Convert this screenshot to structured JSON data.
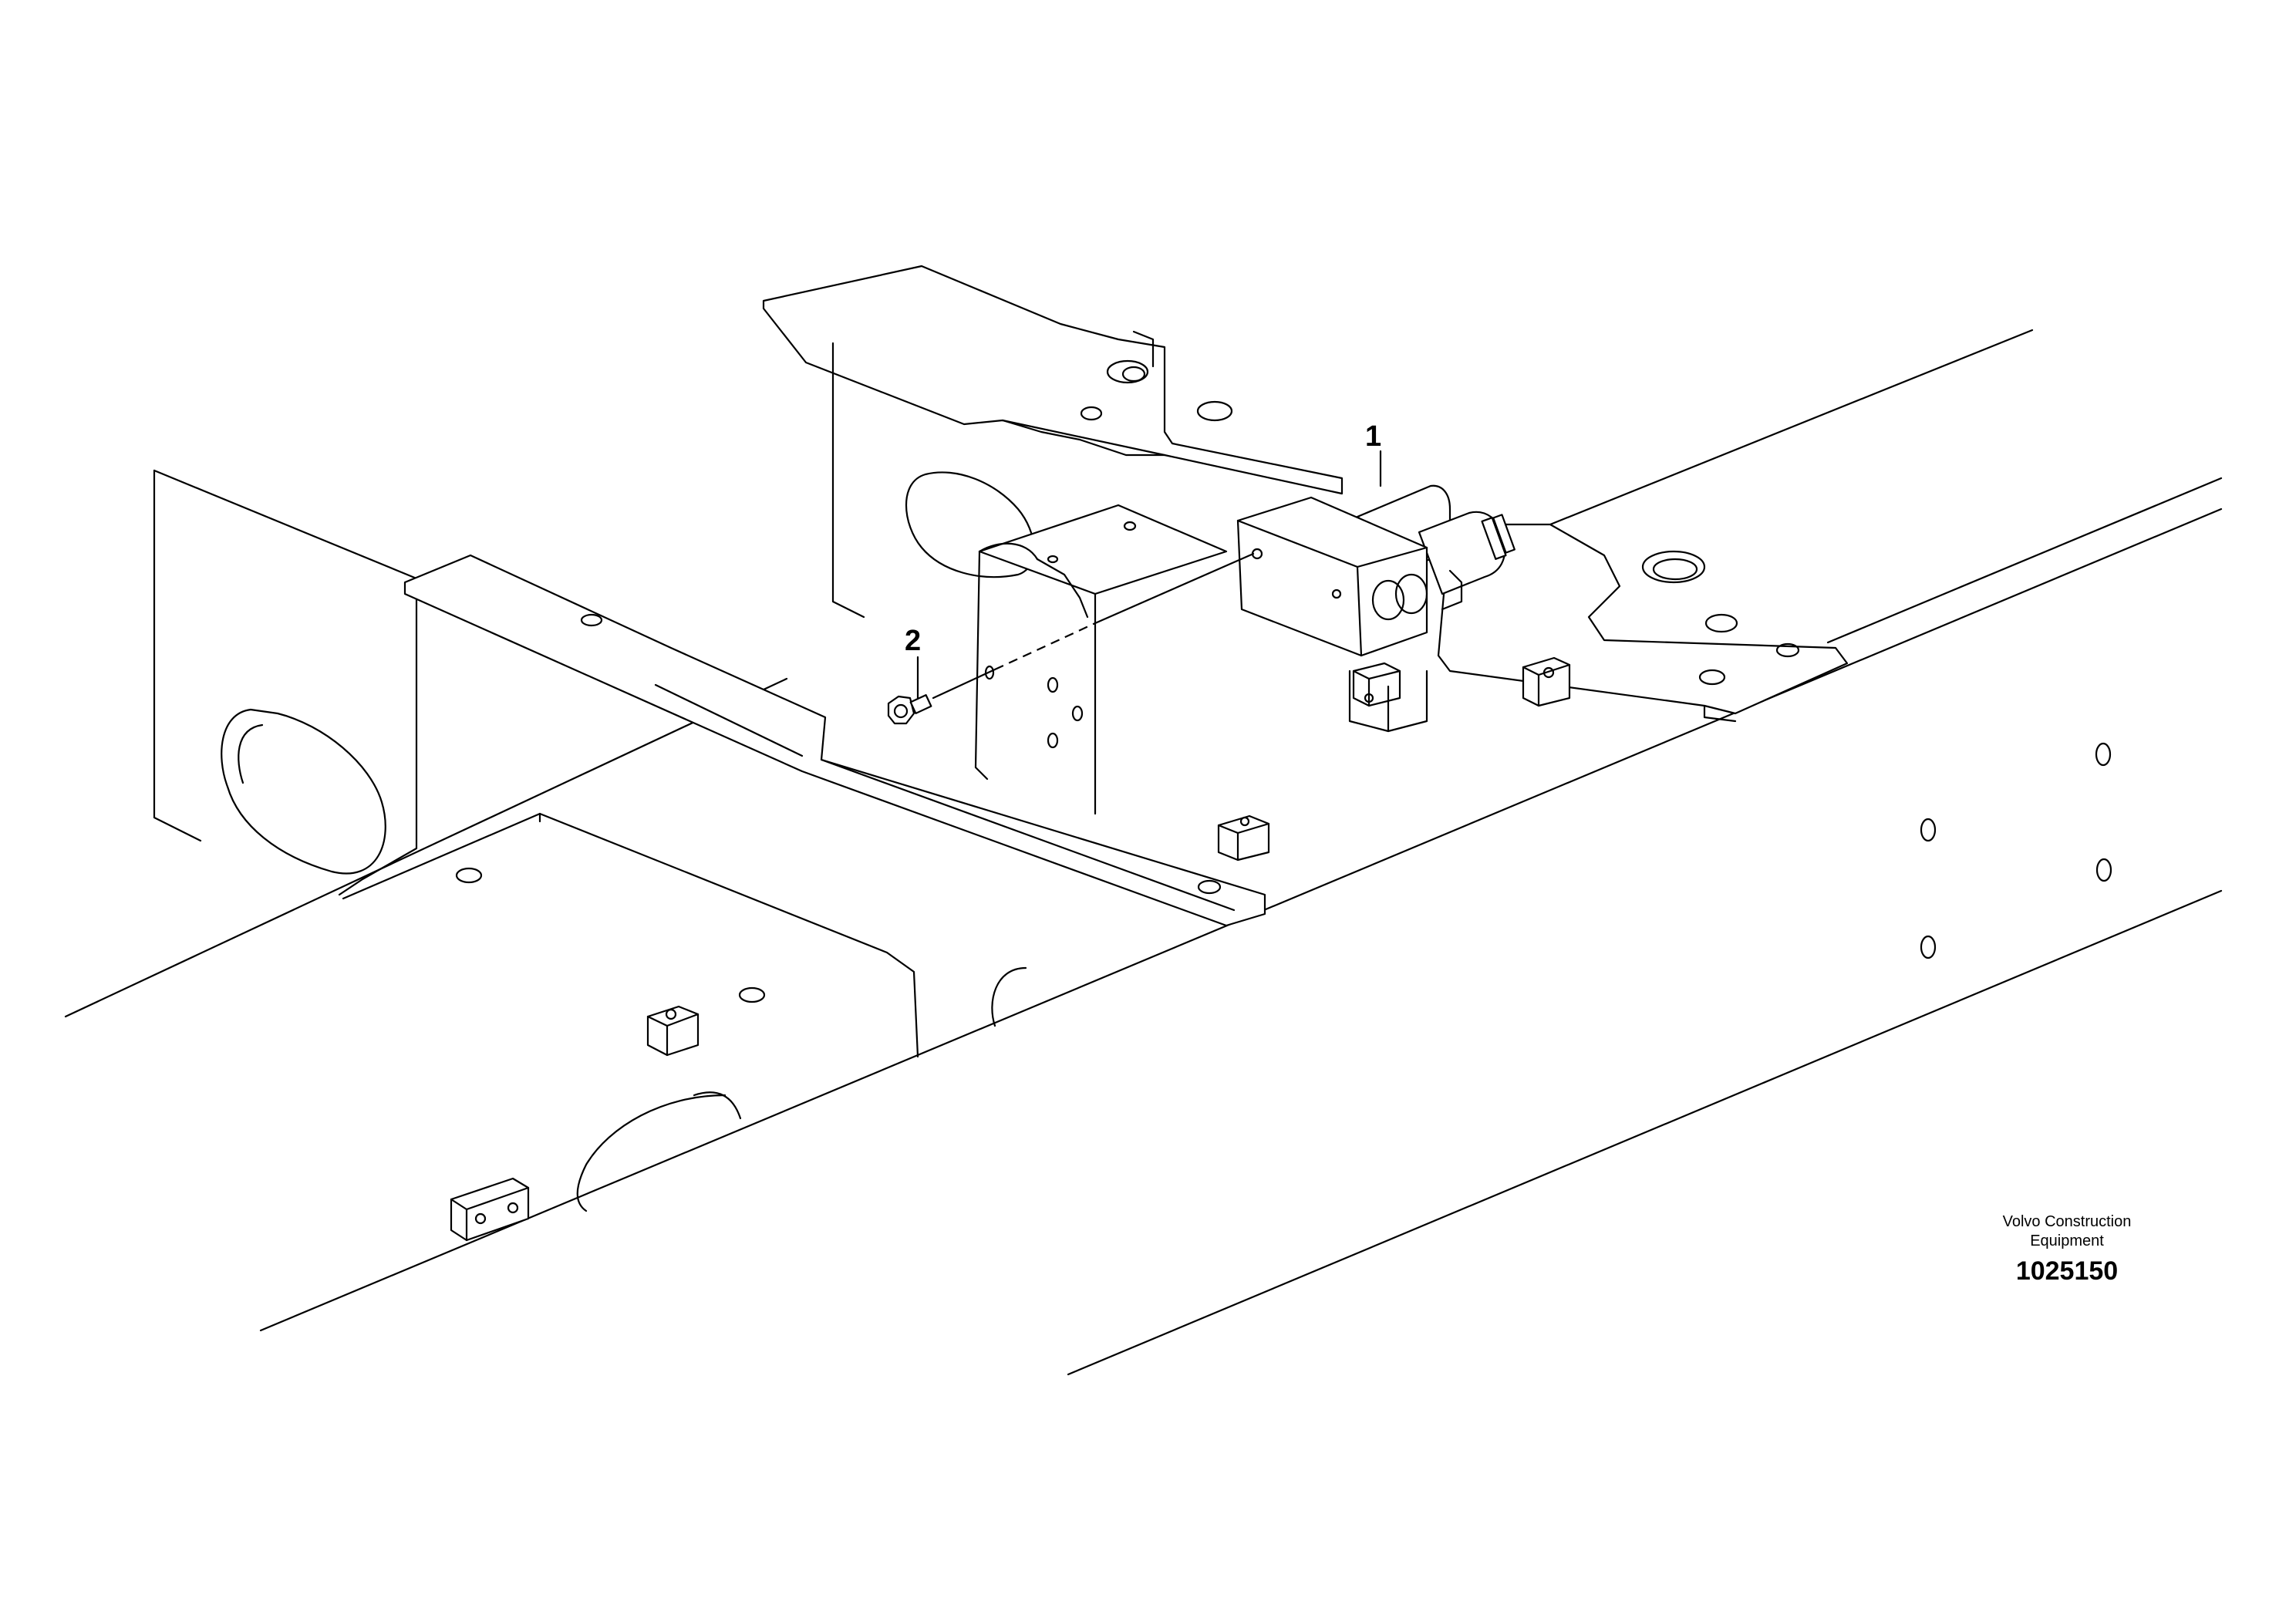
{
  "callouts": [
    {
      "id": "1",
      "label": "1"
    },
    {
      "id": "2",
      "label": "2"
    }
  ],
  "brand": {
    "line1": "Volvo Construction",
    "line2": "Equipment",
    "drawing_number": "1025150"
  },
  "colors": {
    "line": "#000000",
    "background": "#ffffff"
  }
}
